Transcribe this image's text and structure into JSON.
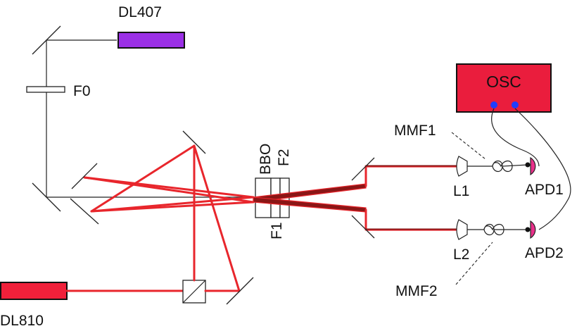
{
  "colors": {
    "laser_violet": "#9b30e6",
    "laser_red": "#f0203a",
    "beam_red": "#e8262c",
    "beam_dark_red": "#8a1616",
    "apd_pink": "#e8308a",
    "osc_fill": "#ea1d3d",
    "osc_port_blue": "#1f3dff"
  },
  "labels": {
    "dl407": "DL407",
    "dl810": "DL810",
    "f0": "F0",
    "bbo": "BBO",
    "f2": "F2",
    "f1": "F1",
    "osc": "OSC",
    "mmf1": "MMF1",
    "mmf2": "MMF2",
    "l1": "L1",
    "l2": "L2",
    "apd1": "APD1",
    "apd2": "APD2"
  }
}
